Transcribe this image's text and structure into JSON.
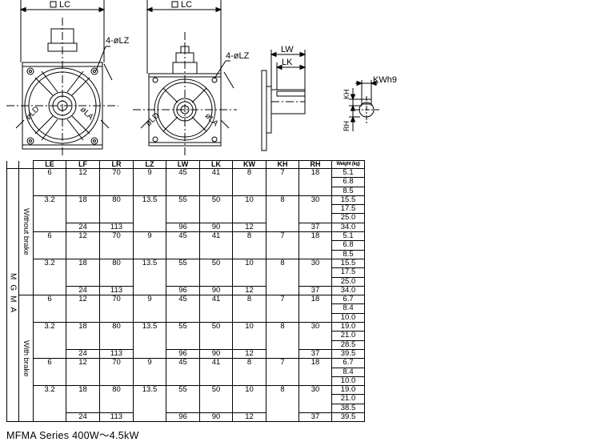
{
  "drawing_labels": {
    "lc": "LC",
    "lz": "4-øLZ",
    "ld": "øLD",
    "la": "øLA",
    "lw": "LW",
    "lk": "LK",
    "kw": "KWh9",
    "kh": "KH",
    "rh": "RH"
  },
  "table": {
    "row_group": "MGMA",
    "group_without": "Without brake",
    "group_with": "With brake",
    "headers": [
      "LE",
      "LF",
      "LR",
      "LZ",
      "LW",
      "LK",
      "KW",
      "KH",
      "RH",
      "Weight (kg)"
    ],
    "blocks": [
      {
        "le": "6",
        "lf": "12",
        "lr": "70",
        "lz": "9",
        "lw": "45",
        "lk": "41",
        "kw": "8",
        "kh": "7",
        "rh": "18",
        "weights": [
          "5.1",
          "6.8",
          "8.5"
        ]
      },
      {
        "le": "3.2",
        "lf": "18",
        "lr": "80",
        "lz": "13.5",
        "lw": "55",
        "lk": "50",
        "kw": "10",
        "kh": "8",
        "rh": "30",
        "weights": [
          "15.5",
          "17.5",
          "25.0"
        ],
        "last": {
          "lf": "24",
          "lr": "113",
          "lw": "96",
          "lk": "90",
          "kw": "12",
          "rh": "37",
          "weight": "34.0"
        }
      },
      {
        "le": "6",
        "lf": "12",
        "lr": "70",
        "lz": "9",
        "lw": "45",
        "lk": "41",
        "kw": "8",
        "kh": "7",
        "rh": "18",
        "weights": [
          "5.1",
          "6.8",
          "8.5"
        ]
      },
      {
        "le": "3.2",
        "lf": "18",
        "lr": "80",
        "lz": "13.5",
        "lw": "55",
        "lk": "50",
        "kw": "10",
        "kh": "8",
        "rh": "30",
        "weights": [
          "15.5",
          "17.5",
          "25.0"
        ],
        "last": {
          "lf": "24",
          "lr": "113",
          "lw": "96",
          "lk": "90",
          "kw": "12",
          "rh": "37",
          "weight": "34.0"
        }
      },
      {
        "le": "6",
        "lf": "12",
        "lr": "70",
        "lz": "9",
        "lw": "45",
        "lk": "41",
        "kw": "8",
        "kh": "7",
        "rh": "18",
        "weights": [
          "6.7",
          "8.4",
          "10.0"
        ]
      },
      {
        "le": "3.2",
        "lf": "18",
        "lr": "80",
        "lz": "13.5",
        "lw": "55",
        "lk": "50",
        "kw": "10",
        "kh": "8",
        "rh": "30",
        "weights": [
          "19.0",
          "21.0",
          "28.5"
        ],
        "last": {
          "lf": "24",
          "lr": "113",
          "lw": "96",
          "lk": "90",
          "kw": "12",
          "rh": "37",
          "weight": "39.5"
        }
      },
      {
        "le": "6",
        "lf": "12",
        "lr": "70",
        "lz": "9",
        "lw": "45",
        "lk": "41",
        "kw": "8",
        "kh": "7",
        "rh": "18",
        "weights": [
          "6.7",
          "8.4",
          "10.0"
        ]
      },
      {
        "le": "3.2",
        "lf": "18",
        "lr": "80",
        "lz": "13.5",
        "lw": "55",
        "lk": "50",
        "kw": "10",
        "kh": "8",
        "rh": "30",
        "weights": [
          "19.0",
          "21.0",
          "38.5"
        ],
        "last": {
          "lf": "24",
          "lr": "113",
          "lw": "96",
          "lk": "90",
          "kw": "12",
          "rh": "37",
          "weight": "39.5"
        }
      }
    ]
  },
  "caption": "MFMA Series  400W～4.5kW"
}
